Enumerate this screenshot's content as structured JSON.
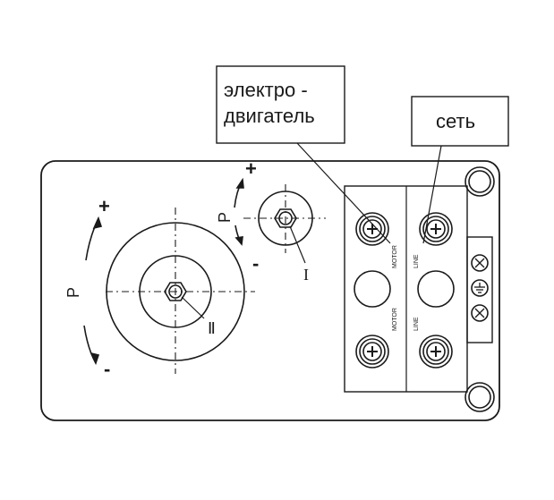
{
  "callouts": {
    "motor": [
      "электро -",
      "двигатель"
    ],
    "network": "сеть"
  },
  "adjusters": {
    "big": {
      "pressure_label": "P",
      "plus": "+",
      "minus": "-",
      "roman": "Ⅱ"
    },
    "small": {
      "pressure_label": "P",
      "plus": "+",
      "minus": "-",
      "roman": "I"
    }
  },
  "terminals": {
    "motor_label": "MOTOR",
    "line_label": "LINE"
  },
  "colors": {
    "stroke": "#1a1a1a",
    "background": "#ffffff"
  },
  "icons": [
    "screw-terminal-icon",
    "ground-icon",
    "nut-icon"
  ]
}
